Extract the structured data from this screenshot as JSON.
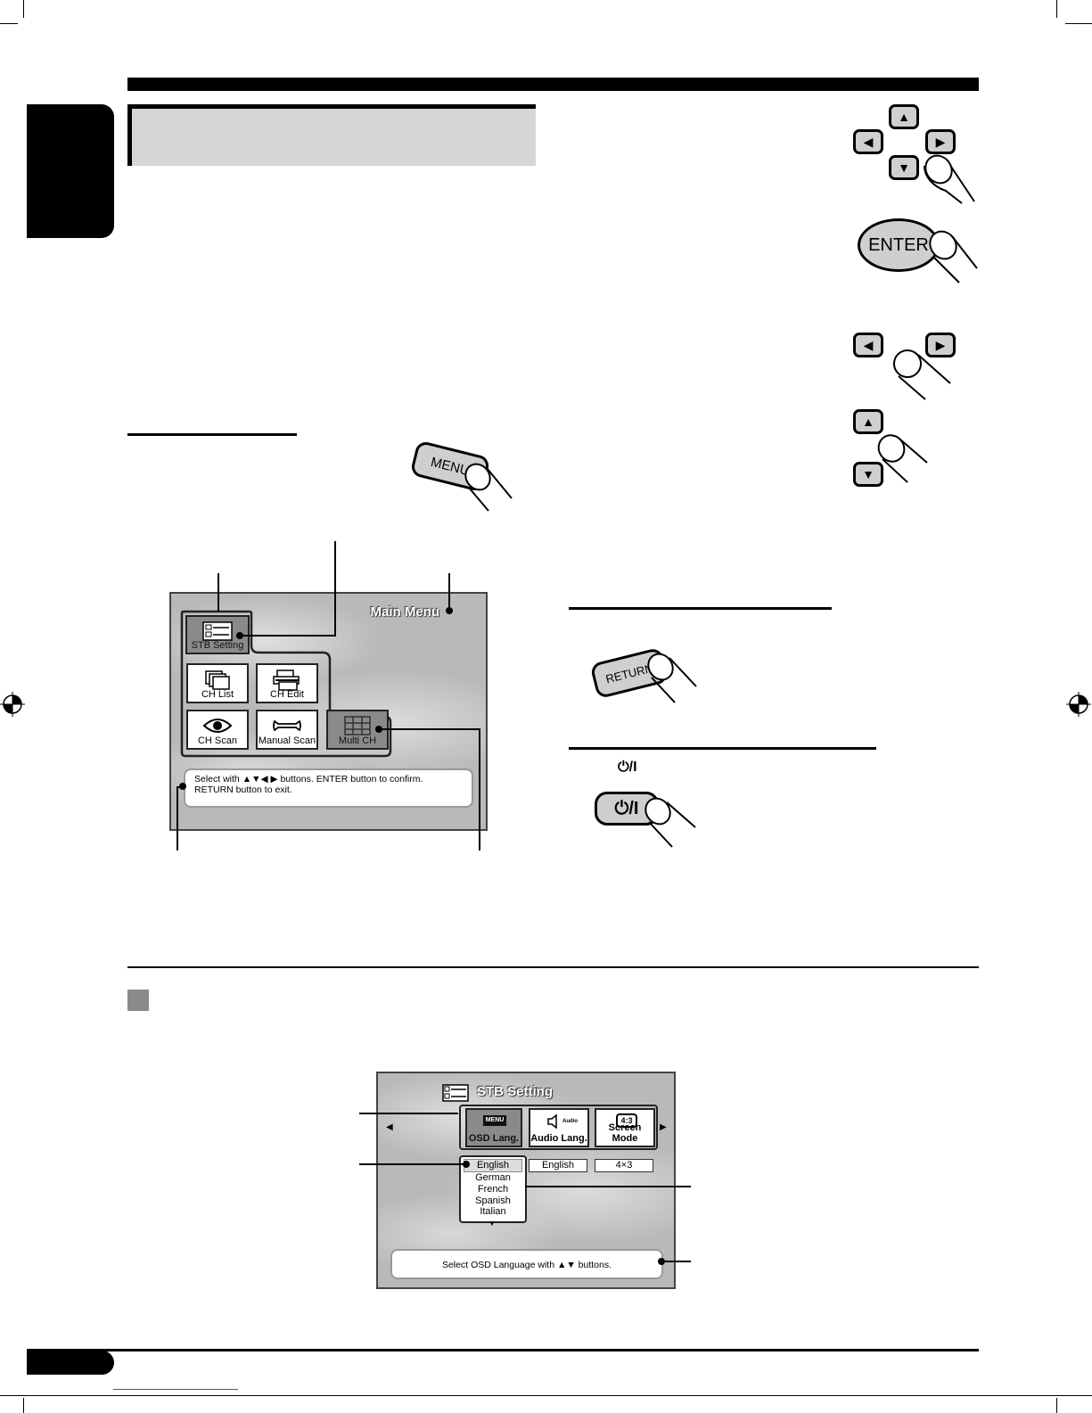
{
  "remote_buttons": {
    "up_symbol": "▲",
    "down_symbol": "▼",
    "left_symbol": "◀",
    "right_symbol": "▶",
    "enter_label": "ENTER",
    "menu_label": "MENU",
    "return_label": "RETURN",
    "power_symbol": "⏻/I"
  },
  "power_heading_symbol": "⏻/I",
  "main_menu": {
    "title": "Main Menu",
    "tiles": [
      {
        "label": "STB Setting",
        "icon": "settings-list-icon",
        "selected": true
      },
      {
        "label": "CH List",
        "icon": "channel-list-icon",
        "selected": false
      },
      {
        "label": "CH Edit",
        "icon": "channel-edit-icon",
        "selected": false
      },
      {
        "label": "CH Scan",
        "icon": "eye-icon",
        "selected": false
      },
      {
        "label": "Manual Scan",
        "icon": "wrench-icon",
        "selected": false
      },
      {
        "label": "Multi CH",
        "icon": "grid-icon",
        "selected": true
      }
    ],
    "help_line1": "Select with ▲▼◀ ▶ buttons. ENTER button to confirm.",
    "help_line2": "RETURN button to exit."
  },
  "stb_setting": {
    "title": "STB Setting",
    "tabs": [
      {
        "label": "OSD Lang.",
        "icon_text": "MENU",
        "icon": "menu-icon",
        "selected": true
      },
      {
        "label": "Audio Lang.",
        "icon_text": "Audio",
        "icon": "speaker-icon",
        "selected": false
      },
      {
        "label": "Screen Mode",
        "icon_text": "4:3",
        "icon": "aspect-ratio-icon",
        "selected": false
      }
    ],
    "values": [
      "English",
      "4×3"
    ],
    "language_options": [
      "English",
      "German",
      "French",
      "Spanish",
      "Italian"
    ],
    "selected_language": "English",
    "help": "Select OSD Language with ▲▼ buttons.",
    "arrow_left": "◀",
    "arrow_right": "▶",
    "arrow_down": "▼"
  },
  "colors": {
    "accent_gray": "#8a8a8a",
    "button_gray": "#cfcfcf",
    "screen_gray": "#b9b9b9"
  }
}
